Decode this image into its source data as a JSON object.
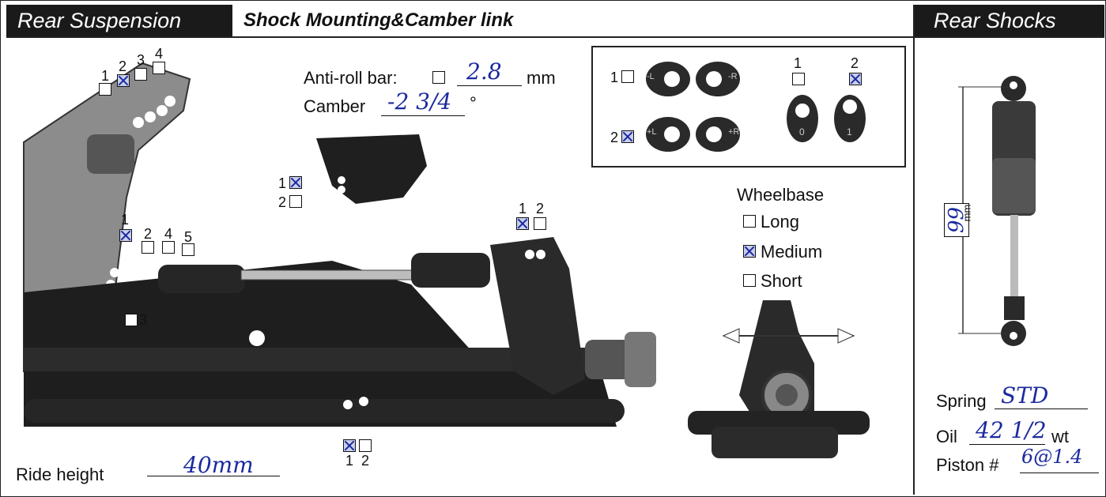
{
  "header": {
    "left_title": "Rear Suspension",
    "subtitle": "Shock Mounting&Camber link",
    "right_title": "Rear Shocks"
  },
  "anti_roll": {
    "label": "Anti-roll bar:",
    "value": "2.8",
    "unit": "mm"
  },
  "camber": {
    "label": "Camber",
    "value": "-2 3/4",
    "unit": "°"
  },
  "tower_positions": [
    "1",
    "2",
    "3",
    "4"
  ],
  "tower_checked": "2",
  "camber_link_positions": [
    "1",
    "2",
    "4",
    "5",
    "3"
  ],
  "camber_link_checked": "1",
  "mount_plate": {
    "positions": [
      "1",
      "2"
    ],
    "checked": "1"
  },
  "hub_positions": {
    "positions": [
      "1",
      "2"
    ],
    "checked": "1"
  },
  "lower_arm_positions": {
    "positions": [
      "1",
      "2"
    ],
    "checked": "1"
  },
  "inserts": {
    "row1_label": "1",
    "row2_label": "2",
    "row2_checked": true,
    "left_tags": [
      "-L",
      "-R",
      "+L",
      "+R"
    ],
    "right_labels": [
      "1",
      "2"
    ],
    "right_checked": "2",
    "right_tags": [
      "0",
      "1"
    ]
  },
  "wheelbase": {
    "title": "Wheelbase",
    "options": [
      "Long",
      "Medium",
      "Short"
    ],
    "checked": "Medium"
  },
  "ride_height": {
    "label": "Ride height",
    "value": "40mm"
  },
  "shock": {
    "length_value": "99",
    "length_unit": "mm",
    "spring_label": "Spring",
    "spring_value": "STD",
    "oil_label": "Oil",
    "oil_value": "42 1/2",
    "oil_unit": "wt",
    "piston_label": "Piston #",
    "piston_value": "6@1.4"
  },
  "colors": {
    "ink": "#1b2a9e",
    "part": "#2a2a2a",
    "chassis": "#8a8a8a"
  }
}
